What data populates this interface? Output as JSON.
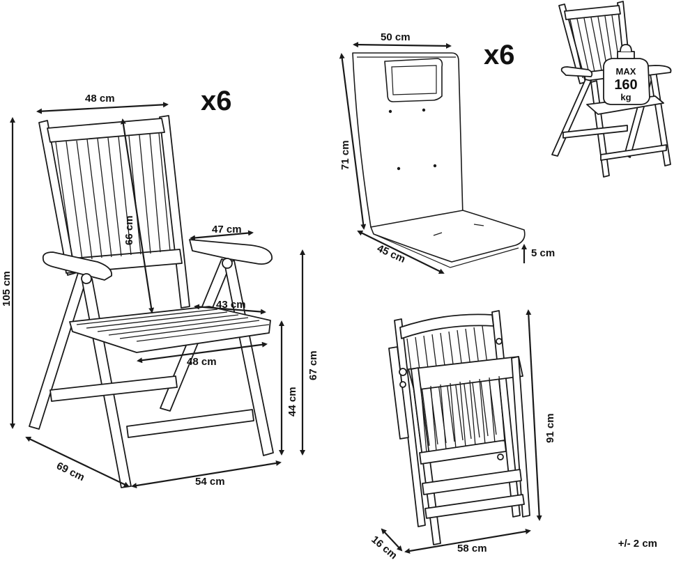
{
  "chair": {
    "quantity": "x6",
    "back_width": "48 cm",
    "back_height": "66 cm",
    "total_height": "105 cm",
    "armrest_length": "47 cm",
    "seat_depth": "43 cm",
    "seat_width": "48 cm",
    "seat_height": "44 cm",
    "armrest_height": "67 cm",
    "depth": "69 cm",
    "width": "54 cm"
  },
  "cushion": {
    "quantity": "x6",
    "width": "50 cm",
    "back_length": "71 cm",
    "seat_depth": "45 cm",
    "thickness": "5 cm"
  },
  "load_badge": {
    "line1": "MAX",
    "line2": "160",
    "line3": "kg"
  },
  "folded": {
    "height": "91 cm",
    "width": "58 cm",
    "depth": "16 cm"
  },
  "tolerance": "+/- 2 cm"
}
